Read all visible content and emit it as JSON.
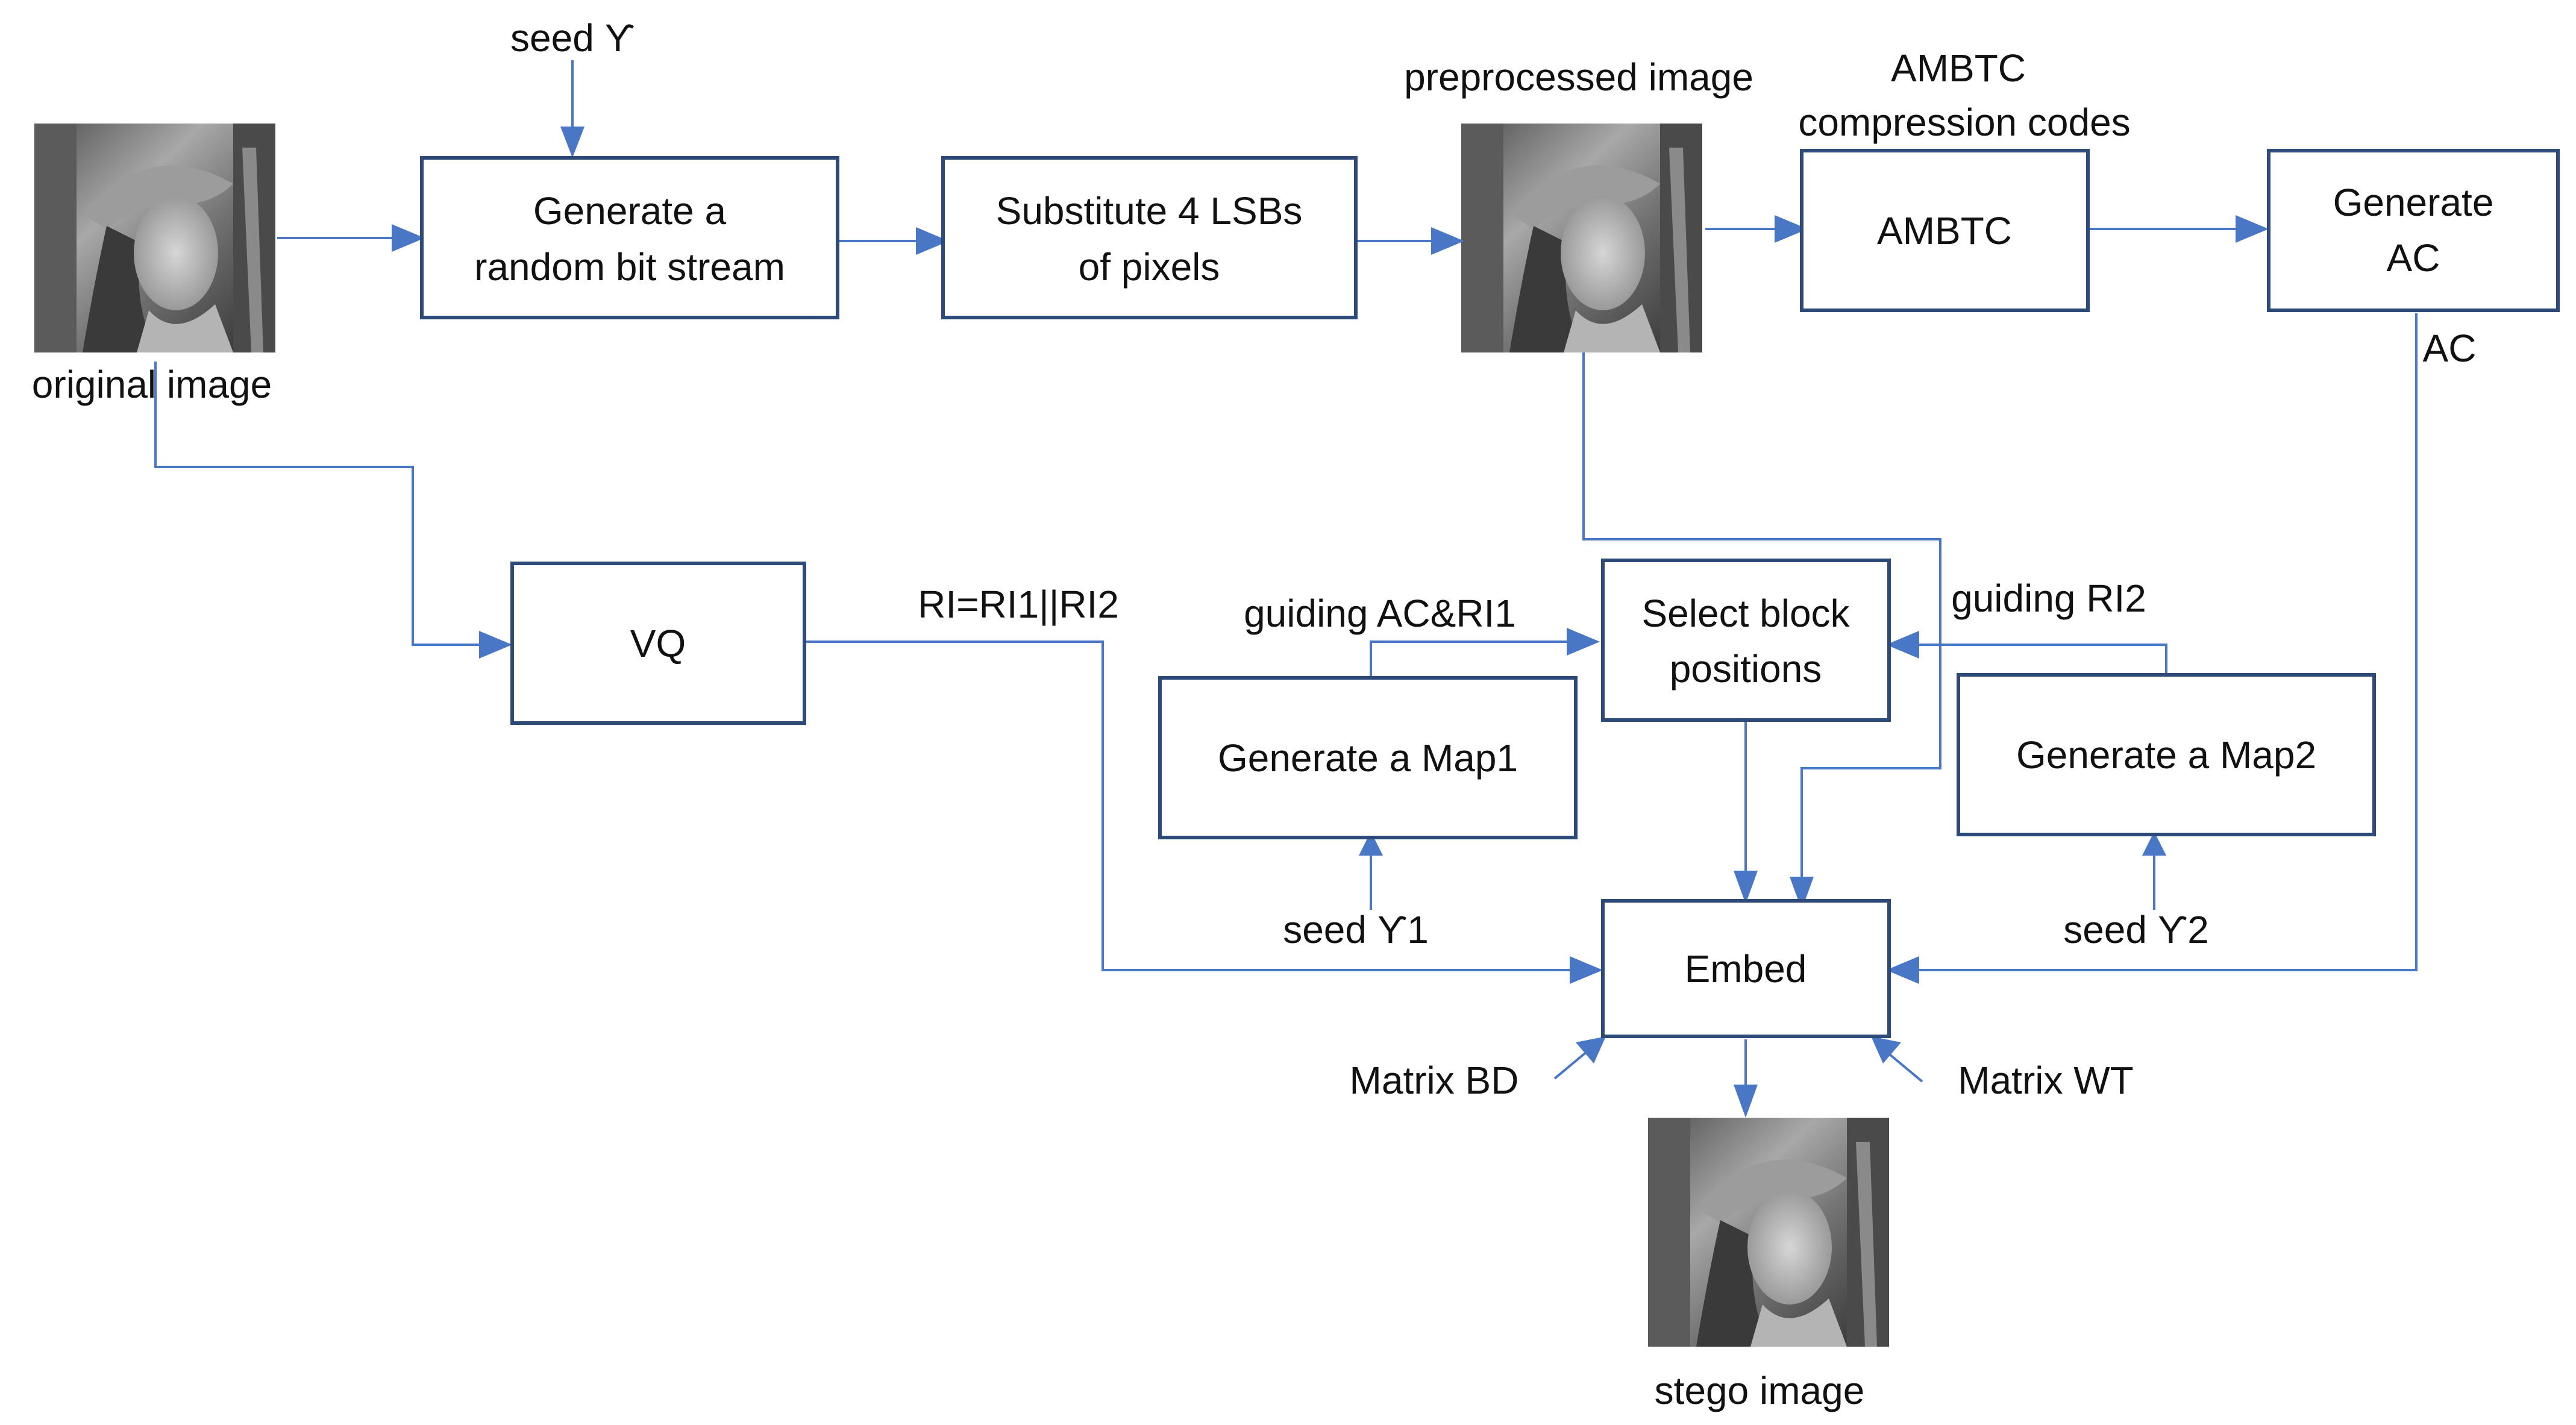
{
  "colors": {
    "arrow": "#4a76c6",
    "box_border": "#2d4a78",
    "text": "#111111",
    "background": "#ffffff"
  },
  "boxes": {
    "generate_bit_stream": [
      "Generate a",
      "random bit stream"
    ],
    "substitute_lsbs": [
      "Substitute 4 LSBs",
      "of pixels"
    ],
    "ambtc": [
      "AMBTC"
    ],
    "generate_ac": [
      "Generate",
      "AC"
    ],
    "vq": [
      "VQ"
    ],
    "select_block": [
      "Select block",
      "positions"
    ],
    "map1": [
      "Generate a Map1"
    ],
    "map2": [
      "Generate a Map2"
    ],
    "embed": [
      "Embed"
    ]
  },
  "labels": {
    "seed_top": "seed ϒ",
    "original_image": "original image",
    "preprocessed_image": "preprocessed image",
    "ambtc_codes_1": "AMBTC",
    "ambtc_codes_2": "compression codes",
    "ac": "AC",
    "ri": "RI=RI1||RI2",
    "guiding_ac_ri1": "guiding AC&RI1",
    "guiding_ri2": "guiding RI2",
    "seed1": "seed ϒ1",
    "seed2": "seed ϒ2",
    "matrix_bd": "Matrix BD",
    "matrix_wt": "Matrix WT",
    "stego_image": "stego image"
  }
}
